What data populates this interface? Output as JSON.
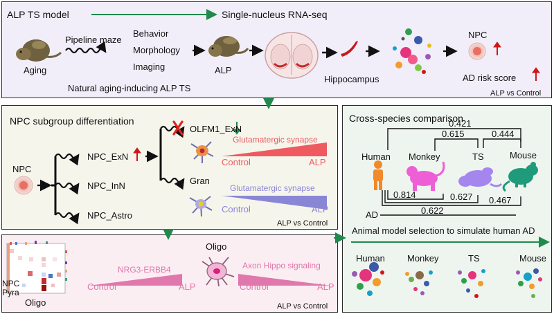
{
  "top": {
    "model": "ALP TS model",
    "seq": "Single-nucleus RNA-seq",
    "aging": "Aging",
    "pipeline": "Pipeline maze",
    "behavior": "Behavior",
    "morphology": "Morphology",
    "imaging": "Imaging",
    "natural": "Natural aging-inducing ALP TS",
    "alp": "ALP",
    "hippocampus": "Hippocampus",
    "npc": "NPC",
    "ad_risk": "AD risk score",
    "foot": "ALP vs Control"
  },
  "npc_panel": {
    "title": "NPC subgroup differentiation",
    "npc": "NPC",
    "exn": "NPC_ExN",
    "inn": "NPC_InN",
    "astro": "NPC_Astro",
    "olfm": "OLFM1_ExN",
    "gran": "Gran",
    "glut1": "Glutamatergic synapse",
    "control1": "Control",
    "alp1": "ALP",
    "glut2": "Glutamatergic synapse",
    "control2": "Control",
    "alp2": "ALP",
    "foot": "ALP vs Control"
  },
  "oligo_panel": {
    "oligo_top": "Oligo",
    "nrg": "NRG3-ERBB4",
    "control1": "Control",
    "alp1": "ALP",
    "axon": "Axon Hippo signaling",
    "control2": "Control",
    "alp2": "ALP",
    "npc": "NPC",
    "pyra": "Pyra",
    "oligo_bottom": "Oligo",
    "foot": "ALP vs Control"
  },
  "species_panel": {
    "title": "Cross-species comparison",
    "human": "Human",
    "monkey": "Monkey",
    "ts": "TS",
    "mouse": "Mouse",
    "v421": "0.421",
    "v615": "0.615",
    "v444": "0.444",
    "v814": "0.814",
    "v627": "0.627",
    "v467": "0.467",
    "v622": "0.622",
    "ad": "AD",
    "selection": "Animal model selection to simulate human AD",
    "human2": "Human",
    "monkey2": "Monkey",
    "ts2": "TS",
    "mouse2": "Mouse"
  },
  "colors": {
    "green_arrow": "#1e8a4c",
    "red_up": "#d0161b",
    "top_bg": "#f1eefa",
    "npc_bg": "#f6f5ec",
    "oligo_bg": "#fbeef2",
    "species_bg": "#eef5ef",
    "red_wedge": "#ee5a5f",
    "blue_wedge": "#8a86d6",
    "pink_wedge": "#e077ad",
    "human": "#f08a2a",
    "monkey": "#ee5fd6",
    "ts": "#a486ee",
    "mouse": "#1f9a7a"
  }
}
